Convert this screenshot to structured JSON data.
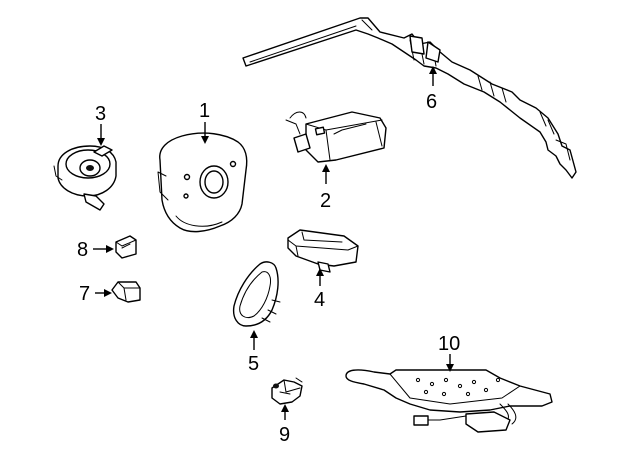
{
  "parts": [
    {
      "id": "1",
      "label": "1",
      "icon": "steering-wheel-airbag-icon"
    },
    {
      "id": "2",
      "label": "2",
      "icon": "passenger-airbag-icon"
    },
    {
      "id": "3",
      "label": "3",
      "icon": "clock-spring-icon"
    },
    {
      "id": "4",
      "label": "4",
      "icon": "sensor-module-icon"
    },
    {
      "id": "5",
      "label": "5",
      "icon": "seat-airbag-icon"
    },
    {
      "id": "6",
      "label": "6",
      "icon": "curtain-airbag-icon"
    },
    {
      "id": "7",
      "label": "7",
      "icon": "impact-sensor-icon"
    },
    {
      "id": "8",
      "label": "8",
      "icon": "front-sensor-icon"
    },
    {
      "id": "9",
      "label": "9",
      "icon": "clockspring-connector-icon"
    },
    {
      "id": "10",
      "label": "10",
      "icon": "occupant-sensor-mat-icon"
    }
  ]
}
